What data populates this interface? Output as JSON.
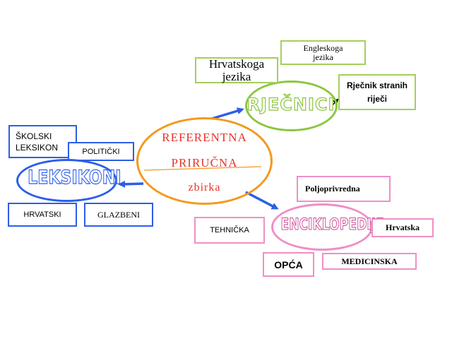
{
  "center": {
    "line1": "REFERENTNA",
    "line2": "PRIRUČNA",
    "line3": "zbirka"
  },
  "nodes": {
    "rjecnici": "RJEČNICI",
    "leksikoni": "LEKSIKONI",
    "enciklopedije": "ENCIKLOPEDIJE"
  },
  "rjecnici_boxes": {
    "hrvatskoga_line1": "Hrvatskoga",
    "hrvatskoga_line2": "jezika",
    "engleskoga_line1": "Engleskoga",
    "engleskoga_line2": "jezika",
    "stranih_line1": "Rječnik stranih",
    "stranih_line2": "riječi"
  },
  "leksikoni_boxes": {
    "skolski_line1": "ŠKOLSKI",
    "skolski_line2": "LEKSIKON",
    "politicki": "POLITIČKI",
    "hrvatski": "HRVATSKI",
    "glazbeni": "GLAZBENI"
  },
  "enciklopedije_boxes": {
    "poljoprivredna": "Poljoprivredna",
    "tehnicka": "TEHNIČKA",
    "hrvatska": "Hrvatska",
    "opca": "OPĆA",
    "medicinska": "MEDICINSKA"
  },
  "colors": {
    "center_outline": "#f39a1e",
    "center_text": "#e8322a",
    "rjecnici": "#8cc63e",
    "leksikoni": "#2c5ee8",
    "enciklopedije": "#ef8fc6",
    "arrows": "#2c5ee8"
  }
}
